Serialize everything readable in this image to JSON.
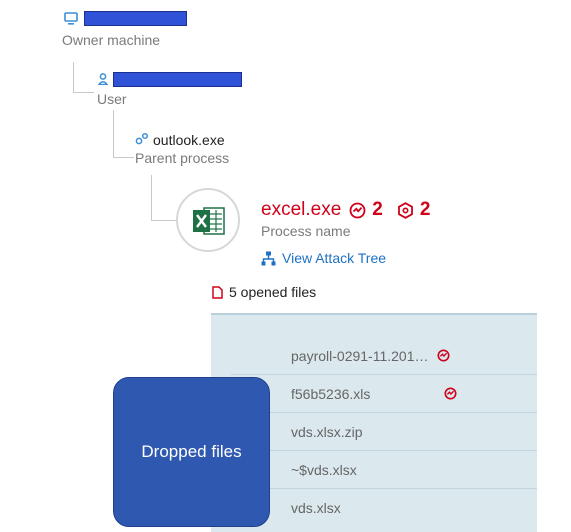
{
  "owner": {
    "icon": "computer-icon",
    "label": "Owner machine"
  },
  "user": {
    "icon": "user-icon",
    "label": "User"
  },
  "parent": {
    "icon": "process-icon",
    "name": "outlook.exe",
    "label": "Parent process"
  },
  "process": {
    "icon": "excel-icon",
    "name": "excel.exe",
    "suspicion_count": "2",
    "evidence_count": "2",
    "label": "Process name",
    "attack_tree_link": "View Attack Tree",
    "accent_color": "#d0021b",
    "link_color": "#1d72c4"
  },
  "opened_files": {
    "summary": "5 opened files",
    "items": [
      {
        "name": "payroll-0291-11.201…",
        "flag": "suspicious-icon"
      },
      {
        "name": "f56b5236.xls",
        "flag": "suspicious-icon"
      },
      {
        "name": "vds.xlsx.zip"
      },
      {
        "name": "~$vds.xlsx"
      },
      {
        "name": "vds.xlsx"
      }
    ]
  },
  "callout": {
    "label": "Dropped files",
    "color": "#2f58b0"
  },
  "redaction_color": "#2f52d6"
}
